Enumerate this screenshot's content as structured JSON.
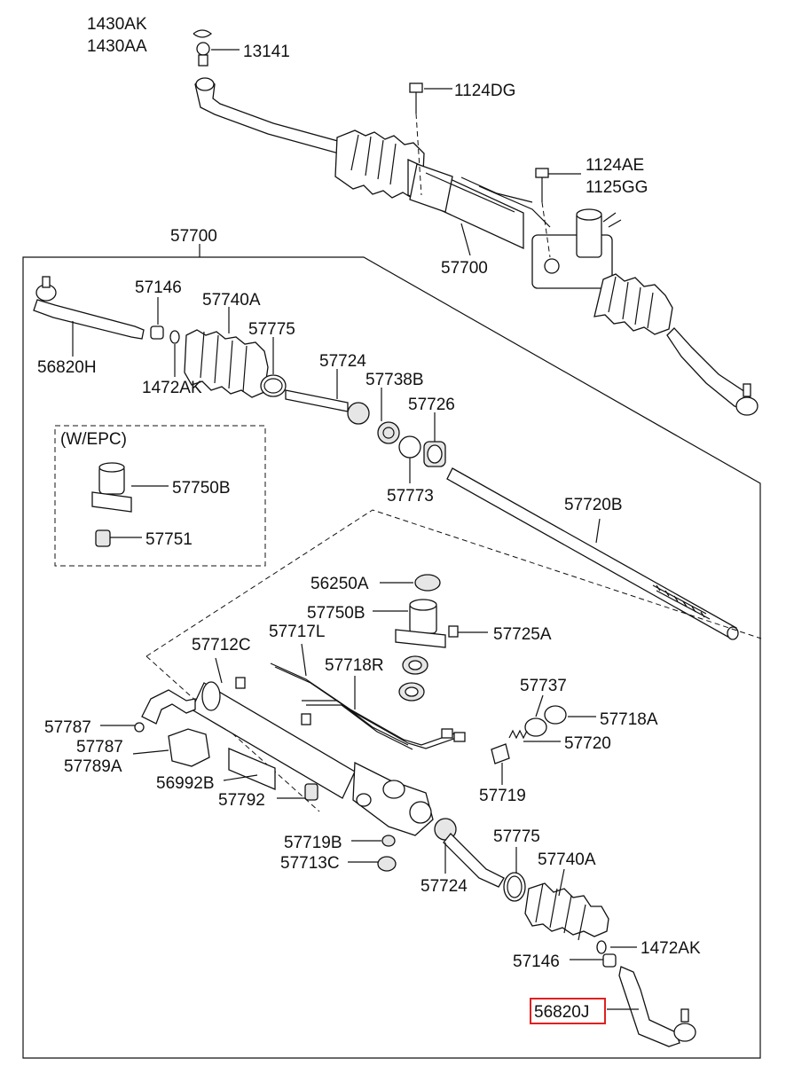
{
  "labels": {
    "l_1430ak": "1430AK",
    "l_1430aa": "1430AA",
    "l_13141": "13141",
    "l_1124dg": "1124DG",
    "l_1124ae": "1124AE",
    "l_1125gg": "1125GG",
    "l_57700_top": "57700",
    "l_57700_box": "57700",
    "l_57146_a": "57146",
    "l_57740a_a": "57740A",
    "l_57775_a": "57775",
    "l_56820h": "56820H",
    "l_1472ak_a": "1472AK",
    "l_57724_a": "57724",
    "l_57738b": "57738B",
    "l_57726": "57726",
    "l_57773": "57773",
    "l_wepc": "(W/EPC)",
    "l_57750b_a": "57750B",
    "l_57751": "57751",
    "l_57720b": "57720B",
    "l_56250a": "56250A",
    "l_57750b_b": "57750B",
    "l_57725a": "57725A",
    "l_57712c": "57712C",
    "l_57717l": "57717L",
    "l_57718r": "57718R",
    "l_57737": "57737",
    "l_57718a": "57718A",
    "l_57720": "57720",
    "l_57787_a": "57787",
    "l_57787_b": "57787",
    "l_57789a": "57789A",
    "l_56992b": "56992B",
    "l_57792": "57792",
    "l_57719": "57719",
    "l_57719b": "57719B",
    "l_57713c": "57713C",
    "l_57724_b": "57724",
    "l_57775_b": "57775",
    "l_57740a_b": "57740A",
    "l_1472ak_b": "1472AK",
    "l_57146_b": "57146",
    "l_56820j": "56820J"
  },
  "highlight": {
    "label": "56820J",
    "color": "#e02020"
  }
}
